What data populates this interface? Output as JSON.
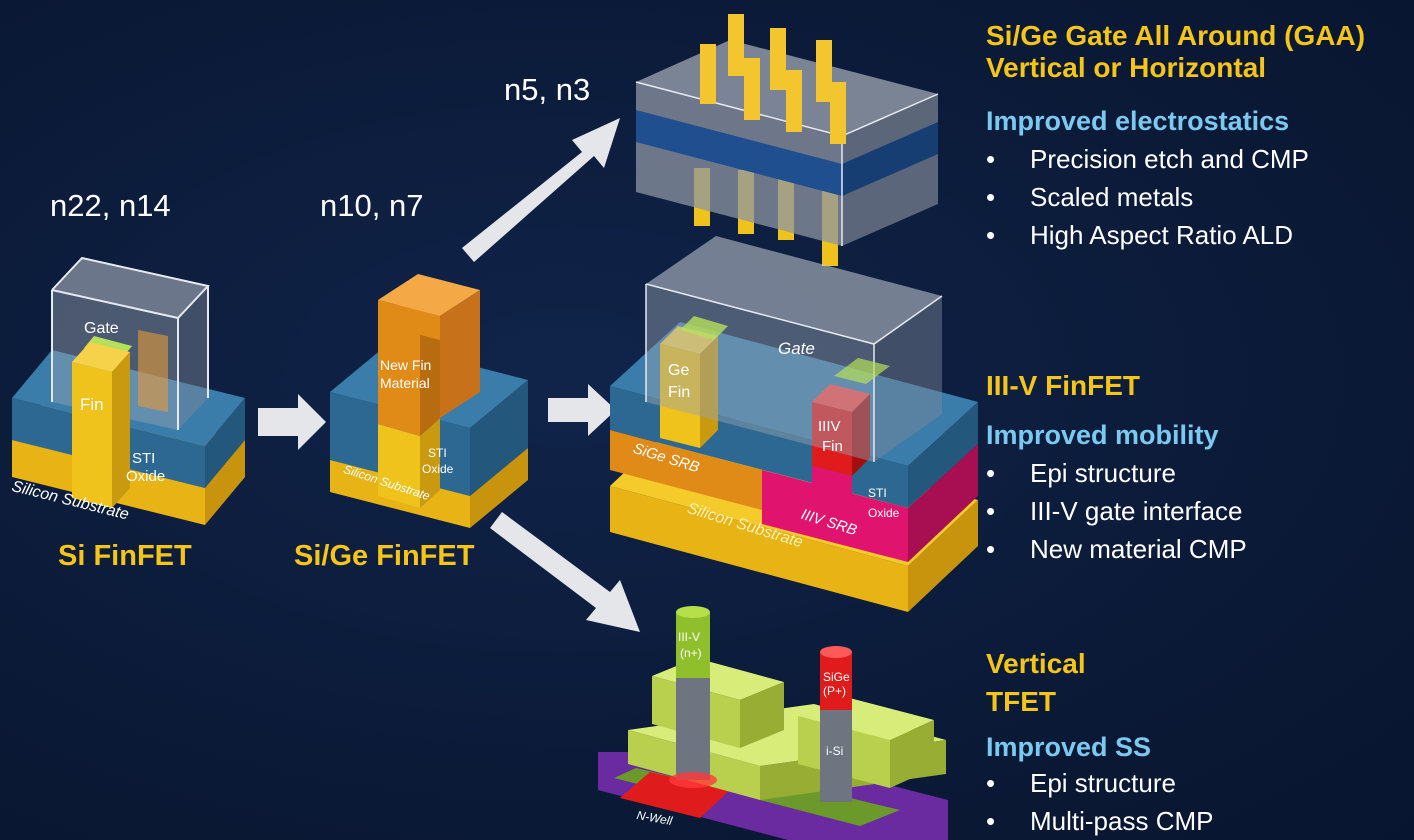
{
  "generations": {
    "g1": "n22, n14",
    "g2": "n10, n7",
    "g3": "n5, n3"
  },
  "devices": {
    "si_finfet": "Si FinFET",
    "sige_finfet": "Si/Ge FinFET"
  },
  "labels": {
    "gate": "Gate",
    "fin": "Fin",
    "sti": "STI",
    "oxide": "Oxide",
    "silicon_substrate": "Silicon Substrate",
    "new_fin_1": "New Fin",
    "new_fin_2": "Material",
    "ge": "Ge",
    "iiiv": "IIIV",
    "sige_srb": "SiGe SRB",
    "iiiv_srb": "IIIV SRB",
    "iiiv_n": "III-V",
    "n_plus": "(n+)",
    "sige": "SiGe",
    "p_plus": "(P+)",
    "i_si": "i-Si",
    "n_well": "N-Well"
  },
  "panels": {
    "gaa": {
      "title1": "Si/Ge Gate All Around (GAA)",
      "title2": "Vertical or Horizontal",
      "subtitle": "Improved electrostatics",
      "bullets": [
        "Precision etch and CMP",
        "Scaled metals",
        "High Aspect Ratio ALD"
      ]
    },
    "iiiv": {
      "title1": "III-V FinFET",
      "subtitle": "Improved mobility",
      "bullets": [
        "Epi structure",
        "III-V gate interface",
        "New material CMP"
      ]
    },
    "tfet": {
      "title1": "Vertical",
      "title2": "TFET",
      "subtitle": "Improved SS",
      "bullets": [
        "Epi structure",
        "Multi-pass CMP"
      ]
    }
  },
  "colors": {
    "background": "#0b1a37",
    "title_yellow": "#f5c518",
    "subtitle_blue": "#7cc9ef",
    "sti_blue": "#2f6e9c",
    "substrate_yellow": "#f2c21a",
    "fin_orange": "#e08a17",
    "iiiv_red": "#e01b1b",
    "srb_magenta": "#e0146e",
    "tfet_green": "#c6e05a"
  }
}
